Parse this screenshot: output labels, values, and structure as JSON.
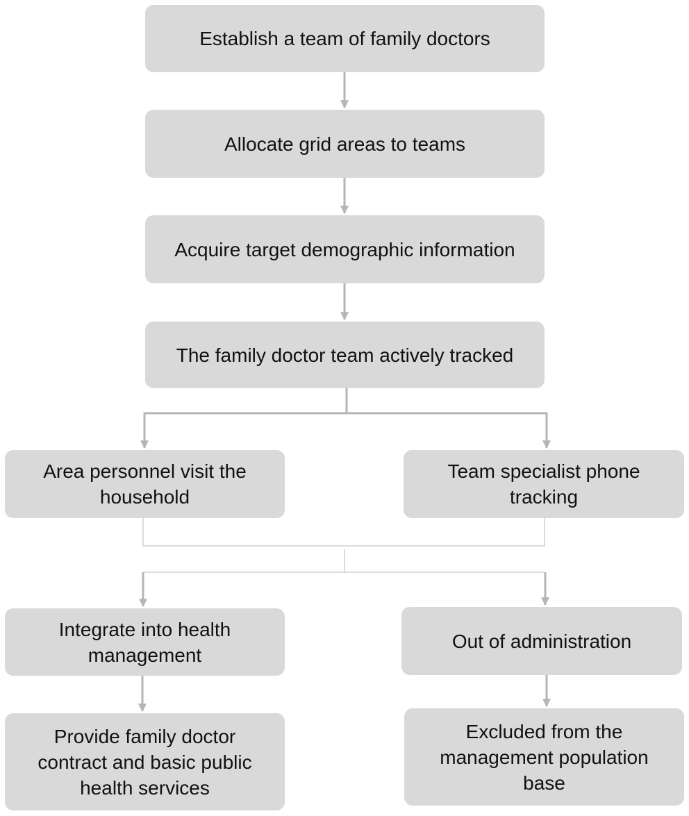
{
  "diagram": {
    "nodes": {
      "n1": "Establish a team of family doctors",
      "n2": "Allocate grid areas to teams",
      "n3": "Acquire target demographic information",
      "n4": "The family doctor team actively tracked",
      "n5": "Area personnel visit the\nhousehold",
      "n6": "Team specialist phone\ntracking",
      "n7": "Integrate into health\nmanagement",
      "n8": "Out of administration",
      "n9": "Provide family doctor\ncontract and basic public\nhealth services",
      "n10": "Excluded from the\nmanagement population\nbase"
    },
    "colors": {
      "box_fill": "#d9d9d9",
      "connector": "#b5b5b5",
      "thin_connector": "#d0d0d0",
      "text": "#111111"
    }
  }
}
